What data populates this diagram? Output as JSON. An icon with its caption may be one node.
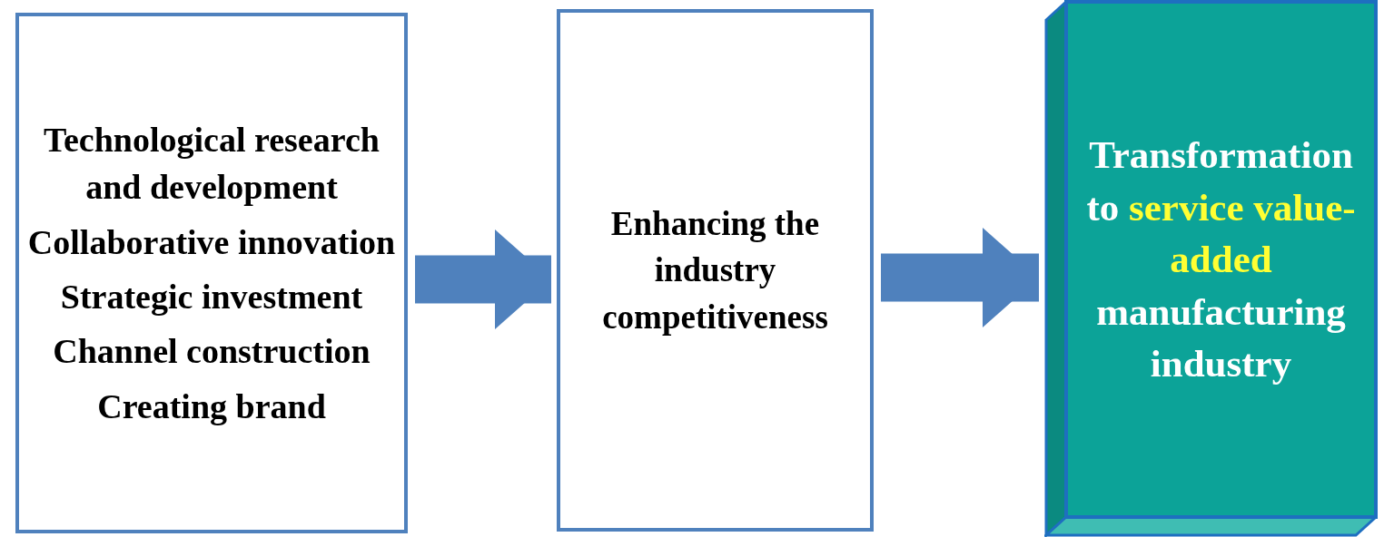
{
  "diagram": {
    "nodes": [
      {
        "text": [
          "Technological research and development",
          "Collaborative innovation",
          "Strategic investment",
          "Channel construction",
          "Creating brand"
        ]
      },
      {
        "text": [
          "Enhancing the industry competitiveness"
        ]
      },
      {
        "text": [
          "Transformation to **service value-added** manufacturing industry"
        ]
      }
    ],
    "edges": [
      {
        "from": 0,
        "to": 1,
        "arrow": "to"
      },
      {
        "from": 1,
        "to": 2,
        "arrow": "to"
      }
    ]
  }
}
